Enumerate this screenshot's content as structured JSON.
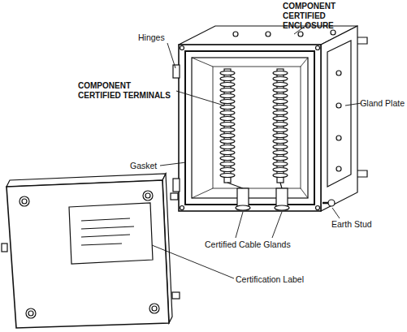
{
  "diagram": {
    "labels": [
      "COMPONENT CERTIFIED ENCLOSURE",
      "Hinges",
      "COMPONENT CERTIFIED TERMINALS",
      "Gasket",
      "Gland Plate",
      "Earth Stud",
      "Certified Cable Glands",
      "Certification Label"
    ]
  }
}
